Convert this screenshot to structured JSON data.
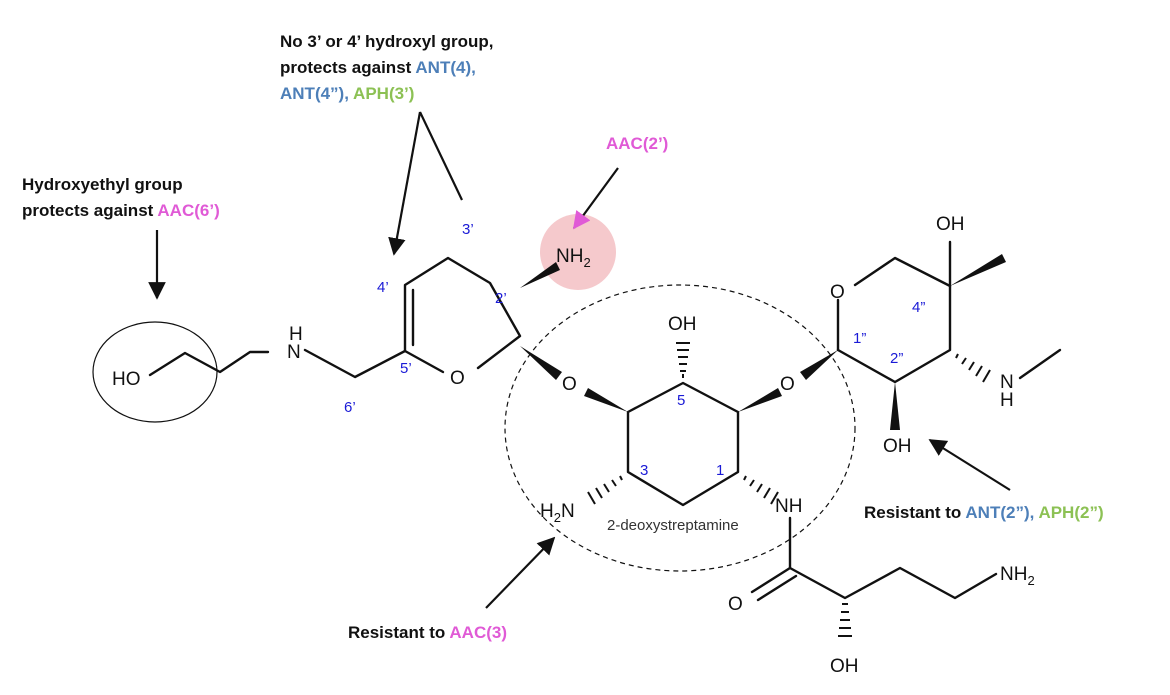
{
  "annotations": {
    "top_note": {
      "line1": "No 3’ or 4’ hydroxyl group,",
      "line2_prefix": "protects against ",
      "line2_enzyme": "ANT(4),",
      "line3_enzyme1": "ANT(4”),",
      "line3_sep": " ",
      "line3_enzyme2": "APH(3’)"
    },
    "aac2": "AAC(2’)",
    "hydroxyethyl_note": {
      "line1": "Hydroxyethyl group",
      "line2_prefix": "protects against ",
      "line2_enzyme": "AAC(6’)"
    },
    "aac3_note": {
      "prefix": "Resistant to ",
      "enzyme": "AAC(3)"
    },
    "ant2_note": {
      "prefix": "Resistant to ",
      "enzyme1": "ANT(2”),",
      "sep": " ",
      "enzyme2": "APH(2”)"
    },
    "core_label": "2-deoxystreptamine"
  },
  "atoms": {
    "nh2_top": "NH",
    "nh2_top_sub": "2",
    "ho_left": "HO",
    "nh_left": "N",
    "nh_left_h": "H",
    "o_ring1": "O",
    "o_link1": "O",
    "oh_top_core": "OH",
    "o_link2": "O",
    "o_ring3": "O",
    "oh_ring3_top": "OH",
    "nh_ring3": "N",
    "nh_ring3_h": "H",
    "oh_ring3_bottom": "OH",
    "h2n_core": "H",
    "h2n_core_sub": "2",
    "h2n_core_n": "N",
    "nh_core": "NH",
    "o_carbonyl": "O",
    "nh2_chain": "NH",
    "nh2_chain_sub": "2",
    "oh_chain": "OH"
  },
  "position_labels": {
    "p3p": "3’",
    "p4p": "4’",
    "p2p": "2’",
    "p5p": "5’",
    "p6p": "6’",
    "p5": "5",
    "p3": "3",
    "p1": "1",
    "p1pp": "1”",
    "p2pp": "2”",
    "p4pp": "4”"
  },
  "colors": {
    "ant": "#4d7fb8",
    "aph": "#8cc154",
    "aac": "#e05ad6",
    "position_numbers": "#1a1ad6",
    "highlight": "#f5c9cc"
  }
}
